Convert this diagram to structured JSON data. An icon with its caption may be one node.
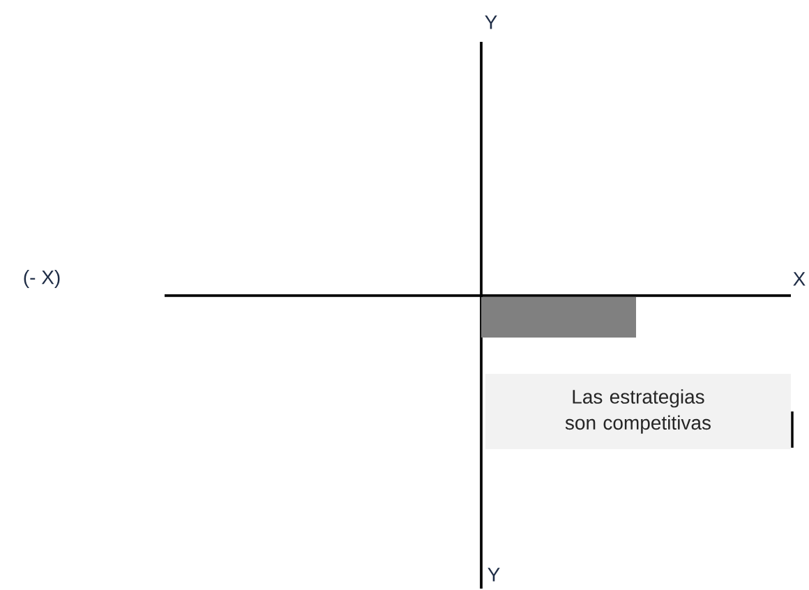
{
  "diagram": {
    "nodes": [
      {
        "text": [],
        "shape": "bar"
      },
      {
        "text": [
          "Las estrategias son competitivas"
        ]
      }
    ],
    "labels": [
      "Y",
      "(- X)",
      "X",
      "Y"
    ]
  }
}
